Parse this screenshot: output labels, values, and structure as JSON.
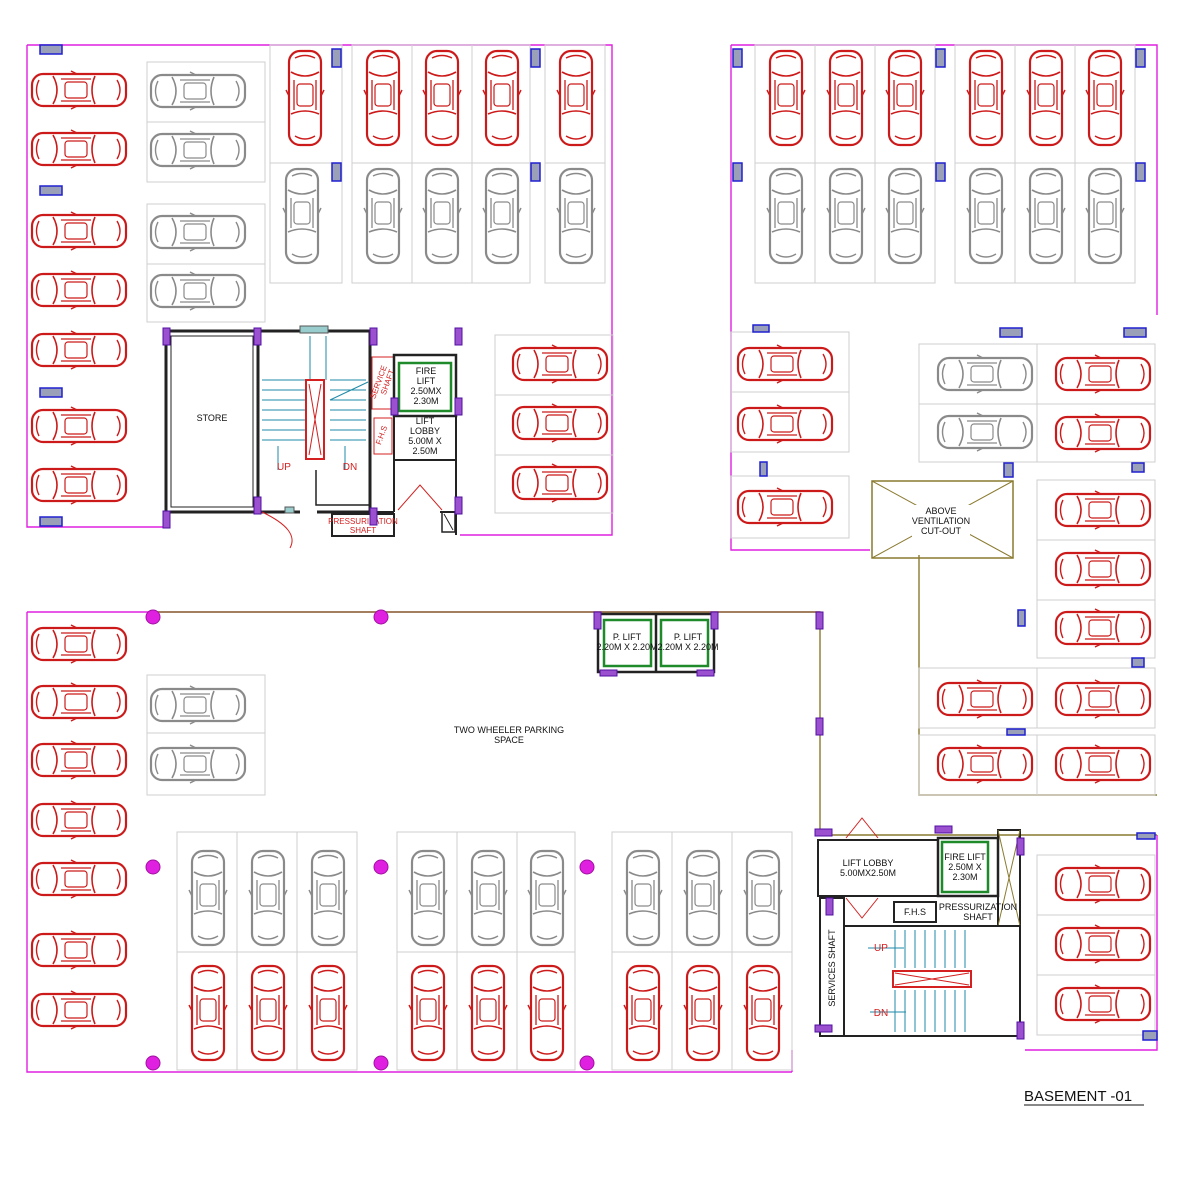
{
  "drawing": {
    "title": "BASEMENT -01",
    "colors": {
      "boundary": "#e020e0",
      "wall": "#222222",
      "car_red": "#cc1a1a",
      "car_gray": "#8a8a8a",
      "lift": "#1f8a2a",
      "stair": "#1f8aa8",
      "olive": "#8a7a30",
      "column": "#e020e0"
    },
    "rooms": {
      "store": "STORE",
      "fire_lift_top": [
        "FIRE",
        "LIFT",
        "2.50MX",
        "2.30M"
      ],
      "lift_lobby_top": [
        "LIFT",
        "LOBBY",
        "5.00M X",
        "2.50M"
      ],
      "service_shaft_top": [
        "SERVICE",
        "SHAFT"
      ],
      "fhs_top": "F.H.S",
      "pressurization_top": [
        "PRESSURIZATION",
        "SHAFT"
      ],
      "stair_up_top": "UP",
      "stair_dn_top": "DN",
      "above_ventilation": [
        "ABOVE",
        "VENTILATION",
        "CUT-OUT"
      ],
      "p_lift_1": [
        "P. LIFT",
        "2.20M X 2.20M"
      ],
      "p_lift_2": [
        "P. LIFT",
        "2.20M X 2.20M"
      ],
      "two_wheeler": [
        "TWO WHEELER PARKING",
        "SPACE"
      ],
      "lift_lobby_bottom": [
        "LIFT LOBBY",
        "5.00MX2.50M"
      ],
      "fire_lift_bottom": [
        "FIRE LIFT",
        "2.50M X",
        "2.30M"
      ],
      "fhs_bottom": "F.H.S",
      "pressurization_bottom": [
        "PRESSURIZATION",
        "SHAFT"
      ],
      "services_shaft_bottom": "SERVICES SHAFT",
      "stair_up_bottom": "UP",
      "stair_dn_bottom": "DN"
    }
  }
}
